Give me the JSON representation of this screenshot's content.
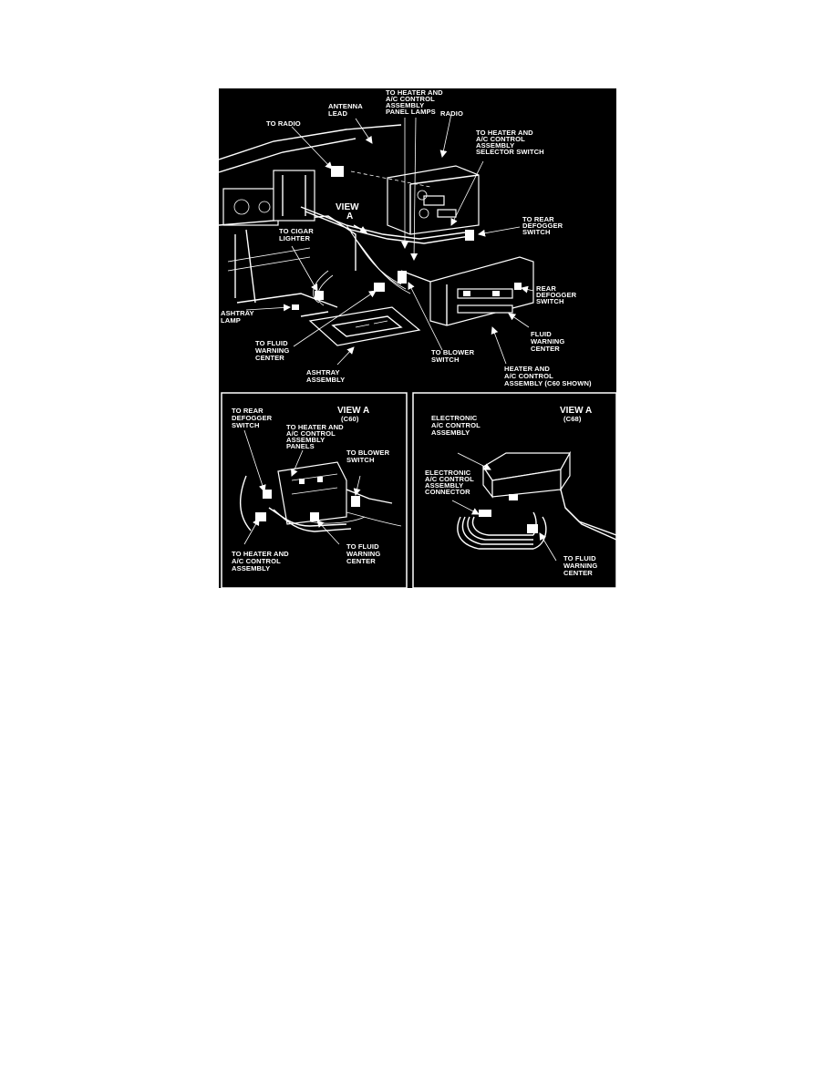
{
  "main_view": {
    "labels": {
      "antenna_lead": [
        "ANTENNA",
        "LEAD"
      ],
      "to_heater_panel_lamps": [
        "TO HEATER AND",
        "A/C CONTROL",
        "ASSEMBLY",
        "PANEL LAMPS"
      ],
      "radio": "RADIO",
      "to_radio": "TO RADIO",
      "to_heater_selector": [
        "TO HEATER AND",
        "A/C CONTROL",
        "ASSEMBLY",
        "SELECTOR SWITCH"
      ],
      "view_a": [
        "VIEW",
        "A"
      ],
      "to_rear_defogger": [
        "TO REAR",
        "DEFOGGER",
        "SWITCH"
      ],
      "to_cigar_lighter": [
        "TO CIGAR",
        "LIGHTER"
      ],
      "rear_defogger_switch": [
        "REAR",
        "DEFOGGER",
        "SWITCH"
      ],
      "ashtray_lamp": [
        "ASHTRAY",
        "LAMP"
      ],
      "to_fluid_warning": [
        "TO FLUID",
        "WARNING",
        "CENTER"
      ],
      "fluid_warning_center": [
        "FLUID",
        "WARNING",
        "CENTER"
      ],
      "to_blower_switch": [
        "TO BLOWER",
        "SWITCH"
      ],
      "ashtray_assembly": [
        "ASHTRAY",
        "ASSEMBLY"
      ],
      "heater_ac_control": [
        "HEATER AND",
        "A/C CONTROL",
        "ASSEMBLY (C60 SHOWN)"
      ]
    }
  },
  "view_c60": {
    "title": "VIEW A",
    "subtitle": "(C60)",
    "labels": {
      "to_rear_defogger": [
        "TO REAR",
        "DEFOGGER",
        "SWITCH"
      ],
      "to_heater_panels": [
        "TO HEATER AND",
        "A/C CONTROL",
        "ASSEMBLY",
        "PANELS"
      ],
      "to_blower_switch": [
        "TO BLOWER",
        "SWITCH"
      ],
      "to_heater_assembly": [
        "TO HEATER AND",
        "A/C CONTROL",
        "ASSEMBLY"
      ],
      "to_fluid_warning": [
        "TO FLUID",
        "WARNING",
        "CENTER"
      ]
    }
  },
  "view_c68": {
    "title": "VIEW A",
    "subtitle": "(C68)",
    "labels": {
      "electronic_ac_control": [
        "ELECTRONIC",
        "A/C CONTROL",
        "ASSEMBLY"
      ],
      "electronic_ac_connector": [
        "ELECTRONIC",
        "A/C CONTROL",
        "ASSEMBLY",
        "CONNECTOR"
      ],
      "to_fluid_warning": [
        "TO FLUID",
        "WARNING",
        "CENTER"
      ]
    }
  }
}
